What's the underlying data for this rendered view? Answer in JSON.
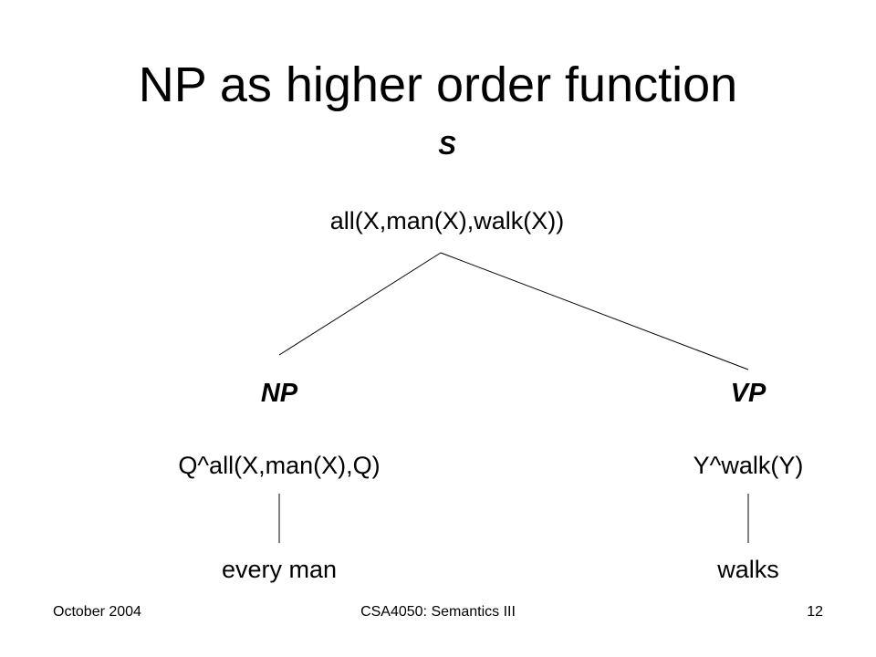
{
  "slide": {
    "title": "NP as higher order function"
  },
  "tree": {
    "root": {
      "category": "S",
      "semantics": "all(X,man(X),walk(X))"
    },
    "np": {
      "category": "NP",
      "semantics": "Q^all(X,man(X),Q)",
      "words": "every man"
    },
    "vp": {
      "category": "VP",
      "semantics": "Y^walk(Y)",
      "words": "walks"
    }
  },
  "footer": {
    "date": "October 2004",
    "course": "CSA4050: Semantics III",
    "page_number": "12"
  }
}
